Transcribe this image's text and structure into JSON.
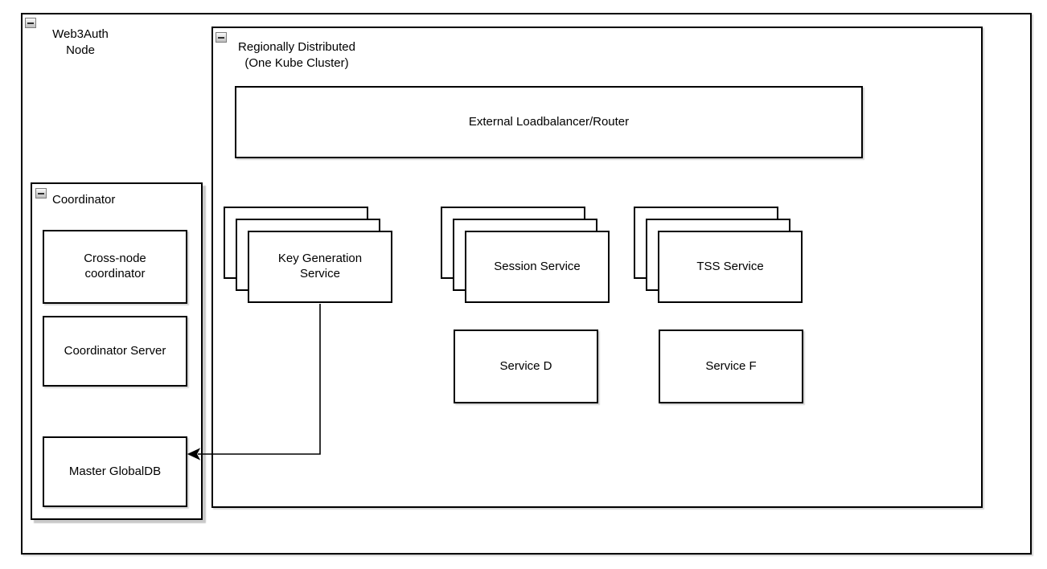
{
  "diagram": {
    "colors": {
      "shape_border": "#000000",
      "shape_fill": "#ffffff",
      "shadow": "#cccccc",
      "connector": "#000000"
    },
    "icons": {
      "collapse": "minus"
    },
    "containers": {
      "web3auth": {
        "label": "Web3Auth\nNode"
      },
      "regional": {
        "label": "Regionally Distributed\n(One Kube Cluster)"
      },
      "coordinator": {
        "label": "Coordinator"
      }
    },
    "nodes": {
      "elb": {
        "label": "External Loadbalancer/Router"
      },
      "kgs": {
        "label": "Key Generation\nService",
        "replicas": 3
      },
      "session": {
        "label": "Session Service",
        "replicas": 3
      },
      "tss": {
        "label": "TSS Service",
        "replicas": 3
      },
      "service_d": {
        "label": "Service D"
      },
      "service_f": {
        "label": "Service F"
      },
      "cross_node": {
        "label": "Cross-node\ncoordinator"
      },
      "coord_server": {
        "label": "Coordinator Server"
      },
      "master_db": {
        "label": "Master GlobalDB"
      }
    },
    "edges": [
      {
        "from": "Key Generation Service",
        "to": "Master GlobalDB",
        "style": "arrow"
      }
    ]
  }
}
